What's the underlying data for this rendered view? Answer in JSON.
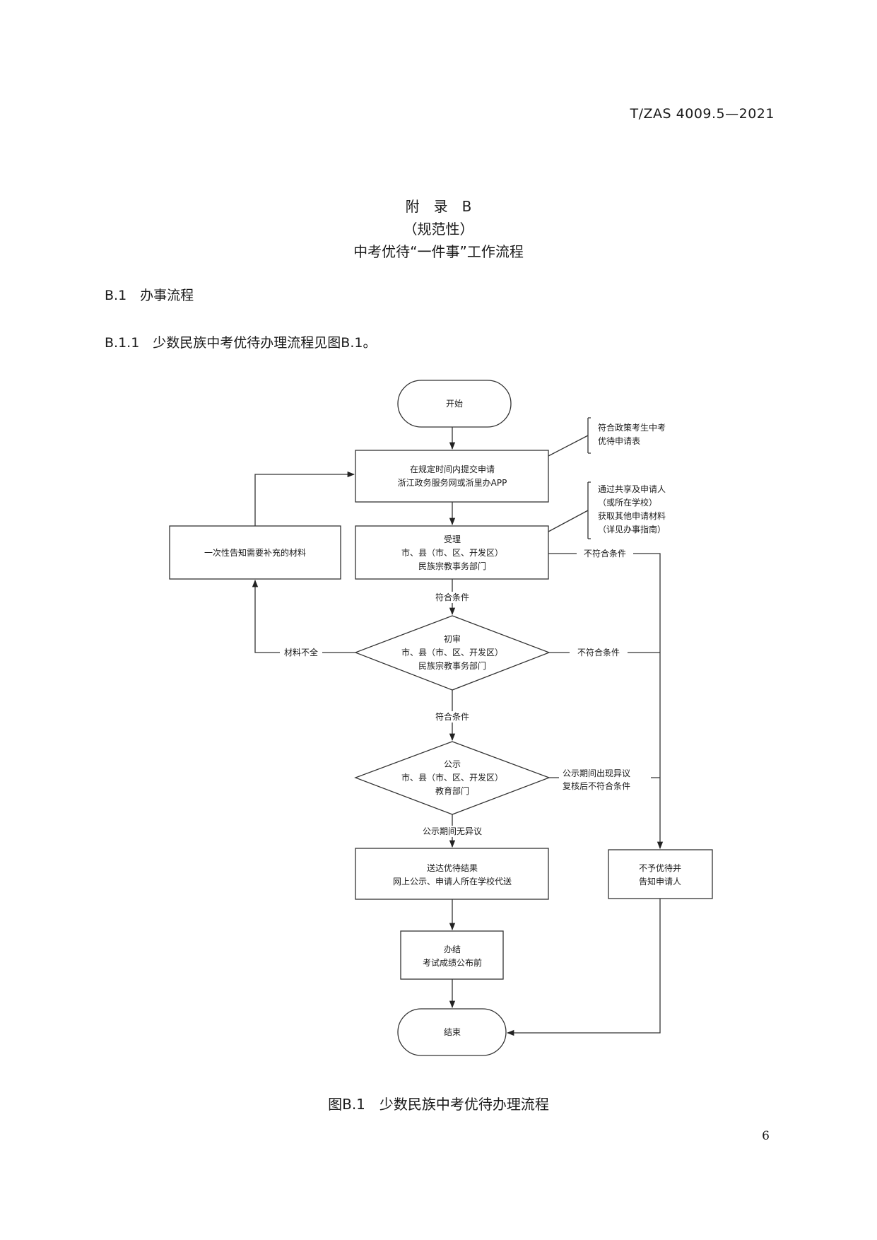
{
  "header": {
    "standard_no": "T/ZAS 4009.5—2021"
  },
  "appendix": {
    "title": "附　录　B",
    "type": "（规范性）",
    "name": "中考优待“一件事”工作流程"
  },
  "section_b1": {
    "label": "B.1　办事流程"
  },
  "section_b11": {
    "label": "B.1.1　少数民族中考优待办理流程见图B.1。"
  },
  "flow": {
    "start": "开始",
    "submit": [
      "在规定时间内提交申请",
      "浙江政务服务网或浙里办APP"
    ],
    "note_form": [
      "符合政策考生中考",
      "优待申请表"
    ],
    "note_materials": [
      "通过共享及申请人",
      "（或所在学校）",
      "获取其他申请材料",
      "（详见办事指南）"
    ],
    "accept": [
      "受理",
      "市、县（市、区、开发区）",
      "民族宗教事务部门"
    ],
    "supplement": "一次性告知需要补充的材料",
    "review": [
      "初审",
      "市、县（市、区、开发区）",
      "民族宗教事务部门"
    ],
    "publicity": [
      "公示",
      "市、县（市、区、开发区）",
      "教育部门"
    ],
    "deliver": [
      "送达优待结果",
      "网上公示、申请人所在学校代送"
    ],
    "reject": [
      "不予优待并",
      "告知申请人"
    ],
    "done": [
      "办结",
      "考试成绩公布前"
    ],
    "end": "结束",
    "label_meets_1": "符合条件",
    "label_meets_2": "符合条件",
    "label_not_meets_1": "不符合条件",
    "label_not_meets_2": "不符合条件",
    "label_incomplete": "材料不全",
    "label_no_objection": "公示期间无异议",
    "label_objection": [
      "公示期间出现异议",
      "复核后不符合条件"
    ]
  },
  "figure_caption": "图B.1　少数民族中考优待办理流程",
  "page_number": "6"
}
